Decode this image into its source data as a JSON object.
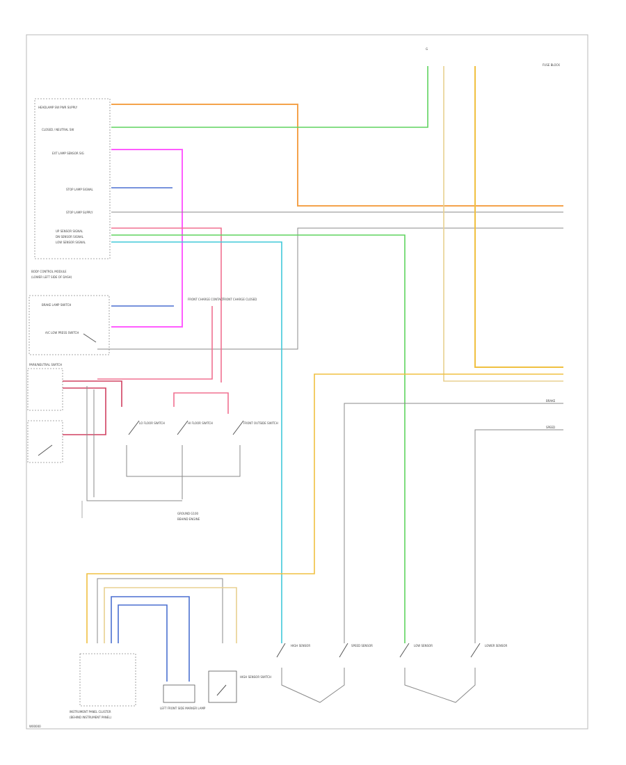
{
  "diagram": {
    "footer_code": "W00000",
    "ground_top": "G",
    "colors": {
      "orange": "#f4a24a",
      "green": "#5fd45f",
      "magenta": "#ff5cff",
      "gray": "#9a9a9a",
      "yellow": "#f0c040",
      "pink": "#f07090",
      "red": "#d04060",
      "blue": "#4a6fd0",
      "cyan": "#40c8d8",
      "tan": "#e8d090"
    },
    "labels": {
      "hdlp_1": "HEADLAMP SW PWR SUPPLY",
      "hdlp_2": "CLOSED / NEUTRAL SW",
      "hdlp_3": "EXT LAMP SENSOR SIG",
      "hdlp_4": "STOP LAMP SIGNAL",
      "hdlp_5": "STOP LAMP SUPPLY",
      "hdlp_6": "UP SENSOR SIGNAL",
      "hdlp_7": "DN SENSOR SIGNAL",
      "hdlp_8": "LOW SENSOR SIGNAL",
      "module_name": "BODY CONTROL MODULE",
      "module_sub": "(LOWER LEFT SIDE OF DASH)",
      "sw_a": "BRAKE LAMP SWITCH",
      "sw_b": "A/C LOW PRESS SWITCH",
      "sw_c": "PARK/NEUTRAL SWITCH",
      "relay_1": "FRONT CHARGE CONTACT",
      "relay_2": "FRONT CHARGE CLOSED",
      "sw_d": "LO FLOOR SWITCH",
      "sw_e": "HI FLOOR SWITCH",
      "sw_f": "FRONT OUTSIDE SWITCH",
      "ground": "GROUND G100",
      "ground_note": "BEHIND ENGINE",
      "bottom_module": "INSTRUMENT PANEL CLUSTER",
      "bottom_module_2": "(BEHIND INSTRUMENT PANEL)",
      "lamp": "LEFT FRONT SIDE MARKER LAMP",
      "hi_sensor": "HIGH SENSOR SWITCH",
      "s1": "HIGH SENSOR",
      "s2": "SPEED SENSOR",
      "s3": "LOW SENSOR",
      "s4": "LOWER SENSOR",
      "right_1": "BRAKE",
      "right_2": "SPEED",
      "top_right": "FUSE BLOCK"
    }
  }
}
